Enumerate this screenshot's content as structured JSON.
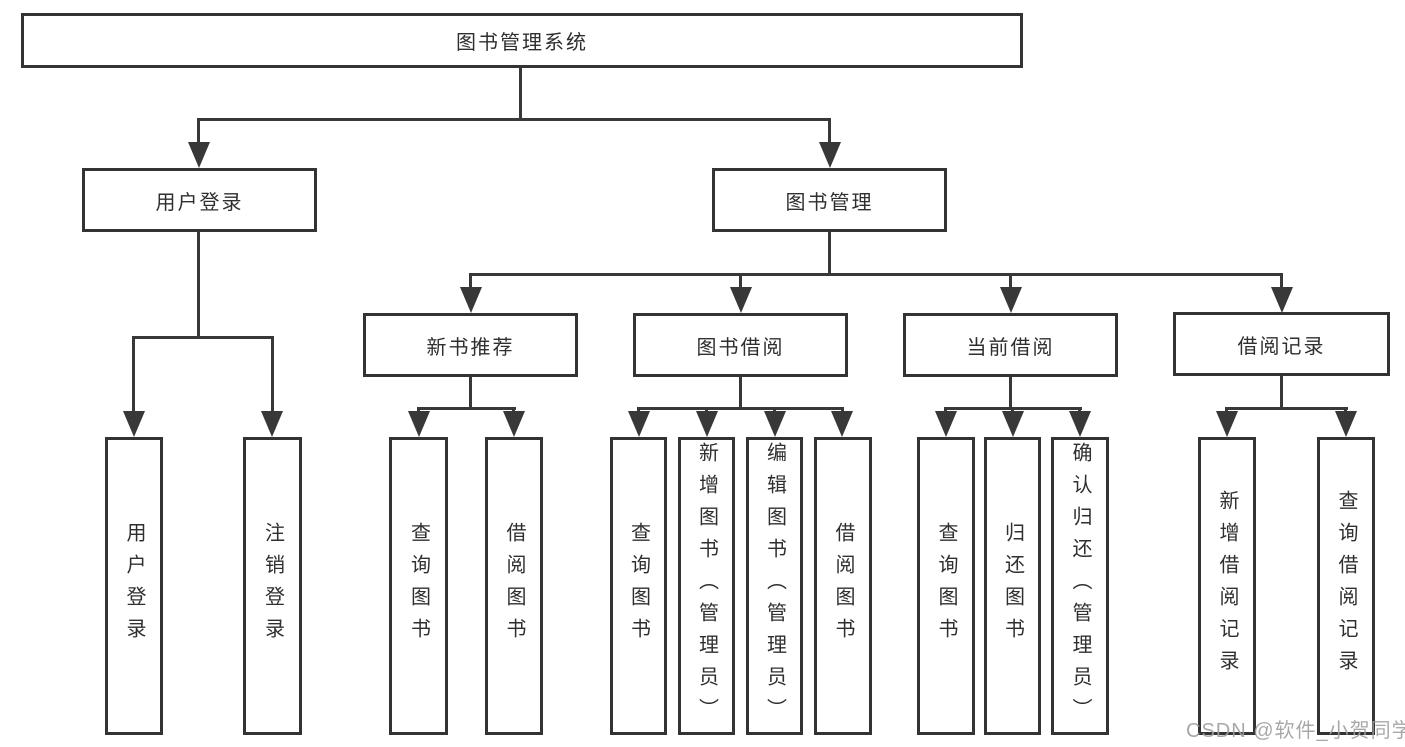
{
  "diagram": {
    "title_node": {
      "label": "图书管理系统"
    },
    "level2": [
      {
        "label": "用户登录"
      },
      {
        "label": "图书管理"
      }
    ],
    "level3": [
      {
        "label": "新书推荐"
      },
      {
        "label": "图书借阅"
      },
      {
        "label": "当前借阅"
      },
      {
        "label": "借阅记录"
      }
    ],
    "leaves": [
      {
        "label": "用户登录"
      },
      {
        "label": "注销登录"
      },
      {
        "label": "查询图书"
      },
      {
        "label": "借阅图书"
      },
      {
        "label": "查询图书"
      },
      {
        "label": "新增图书（管理员）"
      },
      {
        "label": "编辑图书（管理员）"
      },
      {
        "label": "借阅图书"
      },
      {
        "label": "查询图书"
      },
      {
        "label": "归还图书"
      },
      {
        "label": "确认归还（管理员）"
      },
      {
        "label": "新增借阅记录"
      },
      {
        "label": "查询借阅记录"
      }
    ],
    "colors": {
      "line": "#383838",
      "border": "#333333",
      "text": "#2f2f2f",
      "background": "#ffffff",
      "watermark": "#9e9e9e"
    }
  },
  "watermark": {
    "text": "CSDN @软件_小贺同学"
  }
}
